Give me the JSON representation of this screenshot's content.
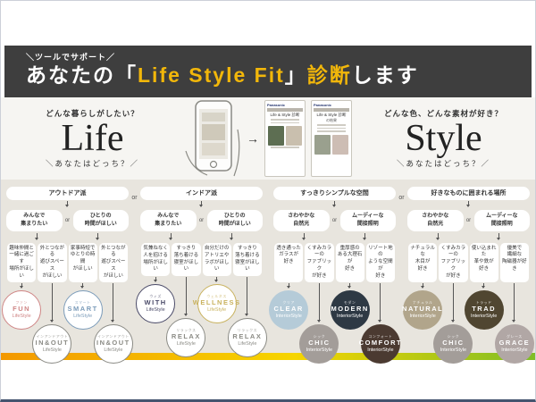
{
  "banner": {
    "support_label": "＼ツールでサポート／",
    "title_parts": [
      {
        "text": "あなたの",
        "accent": false
      },
      {
        "text": "「",
        "accent": false
      },
      {
        "text": "Life Style Fit",
        "accent": true
      },
      {
        "text": "」",
        "accent": false
      },
      {
        "text": "診断",
        "accent": true
      },
      {
        "text": "します",
        "accent": false
      }
    ],
    "bg_color": "#3e3e3e",
    "accent_color": "#f2b70a"
  },
  "life": {
    "question": "どんな暮らしがしたい？",
    "word": "Life",
    "subtitle": "＼あなたはどっち？／"
  },
  "style_section": {
    "question": "どんな色、どんな素材が好き？",
    "word": "Style",
    "subtitle": "＼あなたはどっち？／"
  },
  "phones": {
    "arrow": "→",
    "screen1": {
      "brand": "Panasonic",
      "title": "Life & Style 診断"
    },
    "screen2": {
      "brand": "Panasonic",
      "title": "Life & Style 診断",
      "subtitle": "の結果"
    }
  },
  "labels": {
    "or": "or"
  },
  "columns": [
    {
      "header": "アウトドア派",
      "or_before": false,
      "gap_before": false,
      "branches": [
        "みんなで\n集まりたい",
        "ひとりの\n時間がほしい"
      ],
      "leaves": [
        "趣味仲間と\n一緒に過ごす\n場所がほしい",
        "外とつながる\n遊びスペース\nがほしい",
        "家事時短で\nゆとりの時間\nがほしい",
        "外とつながる\n遊びスペース\nがほしい"
      ],
      "results": [
        {
          "kana": "ファン",
          "name": "FUN",
          "sub": "LifeStyle",
          "style": "outline",
          "color": "#cf8585"
        },
        {
          "kana": "インアンドアウト",
          "name": "IN&OUT",
          "sub": "LifeStyle",
          "style": "outline",
          "color": "#8b8b85"
        },
        {
          "kana": "スマート",
          "name": "SMART",
          "sub": "LifeStyle",
          "style": "outline",
          "color": "#7c9cba"
        },
        {
          "kana": "インアンドアウト",
          "name": "IN&OUT",
          "sub": "LifeStyle",
          "style": "outline",
          "color": "#8b8b85"
        }
      ]
    },
    {
      "header": "インドア派",
      "or_before": true,
      "gap_before": false,
      "branches": [
        "みんなで\n集まりたい",
        "ひとりの\n時間がほしい"
      ],
      "leaves": [
        "気兼ねなく\n人を招ける\n場所がほしい",
        "すっきり\n落ち着ける\n寝室がほしい",
        "自分だけの\nアトリエや\nラボがほしい",
        "すっきり\n落ち着ける\n寝室がほしい"
      ],
      "results": [
        {
          "kana": "ウィズ",
          "name": "WITH",
          "sub": "LifeStyle",
          "style": "outline",
          "color": "#4a4a68"
        },
        {
          "kana": "リラックス",
          "name": "RELAX",
          "sub": "LifeStyle",
          "style": "outline",
          "color": "#8b8b85"
        },
        {
          "kana": "ウェルネス",
          "name": "WELLNESS",
          "sub": "LifeStyle",
          "style": "outline",
          "color": "#c9b25e"
        },
        {
          "kana": "リラックス",
          "name": "RELAX",
          "sub": "LifeStyle",
          "style": "outline",
          "color": "#8b8b85"
        }
      ]
    },
    {
      "header": "すっきりシンプルな空間",
      "or_before": false,
      "gap_before": true,
      "branches": [
        "さわやかな\n自然光",
        "ムーディーな\n間接照明"
      ],
      "leaves": [
        "透き通った\nガラスが\n好き",
        "くすみカラーの\nファブリック\nが好き",
        "重厚感の\nある大理石が\n好き",
        "リゾート地の\nような空間が\n好き"
      ],
      "results": [
        {
          "kana": "クリア",
          "name": "CLEAR",
          "sub": "InteriorStyle",
          "style": "fill",
          "color": "#b5cbd8"
        },
        {
          "kana": "シック",
          "name": "CHIC",
          "sub": "InteriorStyle",
          "style": "fill",
          "color": "#a39d99"
        },
        {
          "kana": "モダン",
          "name": "MODERN",
          "sub": "InteriorStyle",
          "style": "fill",
          "color": "#2e3944"
        },
        {
          "kana": "コンフォート",
          "name": "COMFORT",
          "sub": "InteriorStyle",
          "style": "fill",
          "color": "#4b3a31"
        }
      ]
    },
    {
      "header": "好きなものに囲まれる場所",
      "or_before": true,
      "gap_before": false,
      "branches": [
        "さわやかな\n自然光",
        "ムーディーな\n間接照明"
      ],
      "leaves": [
        "ナチュラルな\n木目が\n好き",
        "くすみカラーの\nファブリック\nが好き",
        "使い込まれた\n革や鉄が\n好き",
        "優美で\n繊細な\n陶磁器が好き"
      ],
      "results": [
        {
          "kana": "ナチュラル",
          "name": "NATURAL",
          "sub": "InteriorStyle",
          "style": "fill",
          "color": "#b1a58b"
        },
        {
          "kana": "シック",
          "name": "CHIC",
          "sub": "InteriorStyle",
          "style": "fill",
          "color": "#a39d99"
        },
        {
          "kana": "トラッド",
          "name": "TRAD",
          "sub": "InteriorStyle",
          "style": "fill",
          "color": "#504631"
        },
        {
          "kana": "グレース",
          "name": "GRACE",
          "sub": "InteriorStyle",
          "style": "fill",
          "color": "#b1a7a5"
        }
      ]
    }
  ],
  "gradient": {
    "from": "#f39800",
    "mid": "#f6d500",
    "to": "#7fbe26"
  },
  "thumbs": {
    "screen1": [
      "#5d6e52",
      "#c9bfae"
    ],
    "screen2": [
      "#9aa08e",
      "#cdbdb4"
    ]
  }
}
